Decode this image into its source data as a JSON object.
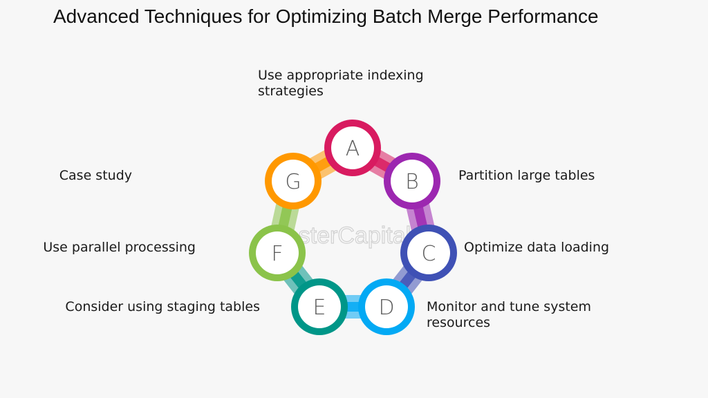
{
  "title": "Advanced Techniques for Optimizing Batch Merge Performance",
  "watermark": "FasterCapital",
  "nodes": [
    {
      "letter": "A",
      "label": "Use appropriate indexing strategies",
      "color": "#d81b60"
    },
    {
      "letter": "B",
      "label": "Partition large tables",
      "color": "#9c27b0"
    },
    {
      "letter": "C",
      "label": "Optimize data loading",
      "color": "#3f51b5"
    },
    {
      "letter": "D",
      "label": "Monitor and tune system resources",
      "color": "#03a9f4"
    },
    {
      "letter": "E",
      "label": "Consider using staging tables",
      "color": "#009688"
    },
    {
      "letter": "F",
      "label": "Use parallel processing",
      "color": "#8bc34a"
    },
    {
      "letter": "G",
      "label": "Case study",
      "color": "#ff9800"
    }
  ]
}
